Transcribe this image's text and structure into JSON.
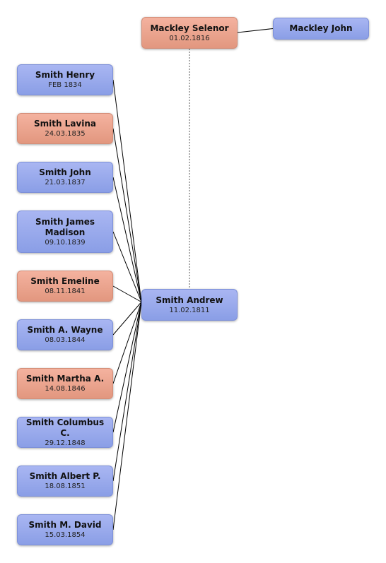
{
  "father": {
    "name": "Smith Andrew",
    "date": "11.02.1811",
    "gender": "male"
  },
  "mother": {
    "name": "Mackley Selenor",
    "date": "01.02.1816",
    "gender": "female"
  },
  "mother_father": {
    "name": "Mackley John",
    "date": "",
    "gender": "male"
  },
  "children": [
    {
      "name": "Smith Henry",
      "date": "FEB 1834",
      "gender": "male"
    },
    {
      "name": "Smith Lavina",
      "date": "24.03.1835",
      "gender": "female"
    },
    {
      "name": "Smith John",
      "date": "21.03.1837",
      "gender": "male"
    },
    {
      "name": "Smith James Madison",
      "date": "09.10.1839",
      "gender": "male"
    },
    {
      "name": "Smith Emeline",
      "date": "08.11.1841",
      "gender": "female"
    },
    {
      "name": "Smith A. Wayne",
      "date": "08.03.1844",
      "gender": "male"
    },
    {
      "name": "Smith Martha A.",
      "date": "14.08.1846",
      "gender": "female"
    },
    {
      "name": "Smith Columbus C.",
      "date": "29.12.1848",
      "gender": "male"
    },
    {
      "name": "Smith Albert P.",
      "date": "18.08.1851",
      "gender": "male"
    },
    {
      "name": "Smith M. David",
      "date": "15.03.1854",
      "gender": "male"
    }
  ],
  "colors": {
    "male": "#8a9ee6",
    "female": "#e2977f",
    "line": "#000000",
    "spouse_line": "#555555"
  }
}
